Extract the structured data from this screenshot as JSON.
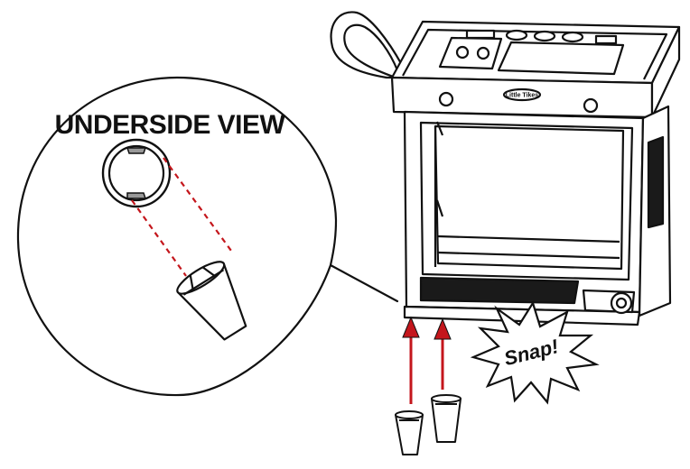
{
  "callout": {
    "title": "UNDERSIDE VIEW"
  },
  "snap_label": "Snap!",
  "brand_logo_text": "Little Tikes",
  "colors": {
    "arrow": "#c4161c",
    "dashed_line": "#c4161c",
    "ink": "#111111",
    "panel_dark": "#1a1a1a",
    "background": "#ffffff"
  },
  "icons": [
    "up-arrow-icon",
    "starburst-icon",
    "leg-foot-icon"
  ]
}
